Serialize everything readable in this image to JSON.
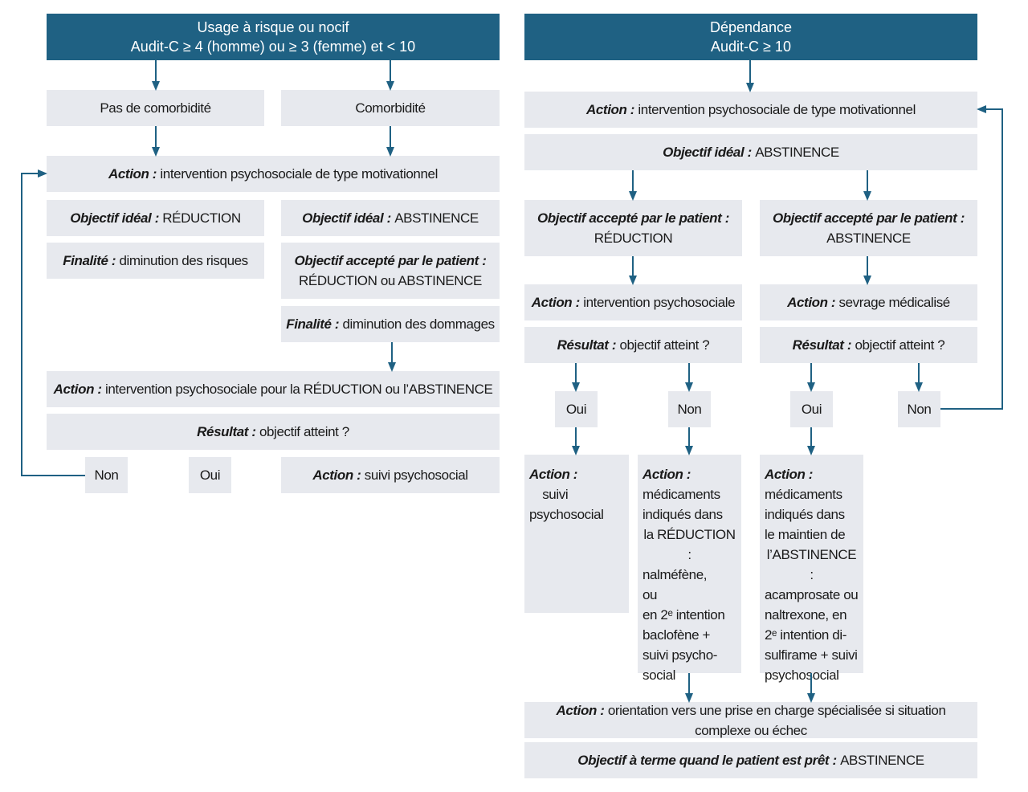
{
  "left": {
    "header": {
      "line1": "Usage à risque ou nocif",
      "line2": "Audit-C ≥ 4 (homme) ou ≥ 3 (femme) et < 10"
    },
    "no_comorbidity": "Pas de comorbidité",
    "comorbidity": "Comorbidité",
    "action1": {
      "label": "Action :",
      "text": "intervention psychosociale de type motivationnel"
    },
    "goal_reduction": {
      "label": "Objectif idéal :",
      "text": "RÉDUCTION"
    },
    "goal_abstinence": {
      "label": "Objectif idéal :",
      "text": "ABSTINENCE"
    },
    "finality_risk": {
      "label": "Finalité :",
      "text": "diminution des risques"
    },
    "accepted_goal": {
      "label": "Objectif accepté par le patient :",
      "text": "RÉDUCTION ou ABSTINENCE"
    },
    "finality_damage": {
      "label": "Finalité :",
      "text": "diminution des dommages"
    },
    "action2": {
      "label": "Action :",
      "text": "intervention psychosociale pour la RÉDUCTION ou l’ABSTINENCE"
    },
    "result": {
      "label": "Résultat :",
      "text": "objectif atteint ?"
    },
    "non": "Non",
    "oui": "Oui",
    "followup": {
      "label": "Action :",
      "text": "suivi psychosocial"
    }
  },
  "right": {
    "header": {
      "line1": "Dépendance",
      "line2": "Audit-C ≥ 10"
    },
    "action1": {
      "label": "Action :",
      "text": "intervention psychosociale de type motivationnel"
    },
    "ideal_goal": {
      "label": "Objectif idéal :",
      "text": "ABSTINENCE"
    },
    "accepted_reduction": {
      "label": "Objectif accepté par le patient :",
      "text": "RÉDUCTION"
    },
    "accepted_abstinence": {
      "label": "Objectif accepté par le patient :",
      "text": "ABSTINENCE"
    },
    "action_psycho": {
      "label": "Action :",
      "text": "intervention psychosociale"
    },
    "action_withdrawal": {
      "label": "Action :",
      "text": "sevrage médicalisé"
    },
    "result_a": {
      "label": "Résultat :",
      "text": "objectif atteint ?"
    },
    "result_b": {
      "label": "Résultat :",
      "text": "objectif atteint ?"
    },
    "oui_a": "Oui",
    "non_a": "Non",
    "oui_b": "Oui",
    "non_b": "Non",
    "followup": {
      "label": "Action :",
      "text_l1": "suivi",
      "text_l2": "psychosocial"
    },
    "meds_reduction": {
      "label": "Action :",
      "lines": [
        "médicaments",
        "indiqués dans",
        "la RÉDUCTION :",
        "nalméfène,",
        "ou",
        "en 2ᵉ intention",
        "baclofène +",
        "suivi psycho-",
        "social"
      ]
    },
    "meds_abstinence": {
      "label": "Action :",
      "lines": [
        "médicaments",
        "indiqués dans",
        "le maintien de",
        "l’ABSTINENCE :",
        "acamprosate ou",
        "naltrexone, en",
        "2ᵉ intention di-",
        "sulfirame + suivi",
        "psychosocial"
      ]
    },
    "orientation": {
      "label": "Action :",
      "text": "orientation vers une prise en charge spécialisée si situation complexe ou échec"
    },
    "final_goal": {
      "label": "Objectif à terme quand le patient est prêt :",
      "text": "ABSTINENCE"
    }
  },
  "colors": {
    "header_bg": "#1f6183",
    "box_bg": "#e7e9ee",
    "arrow": "#1f6183"
  }
}
